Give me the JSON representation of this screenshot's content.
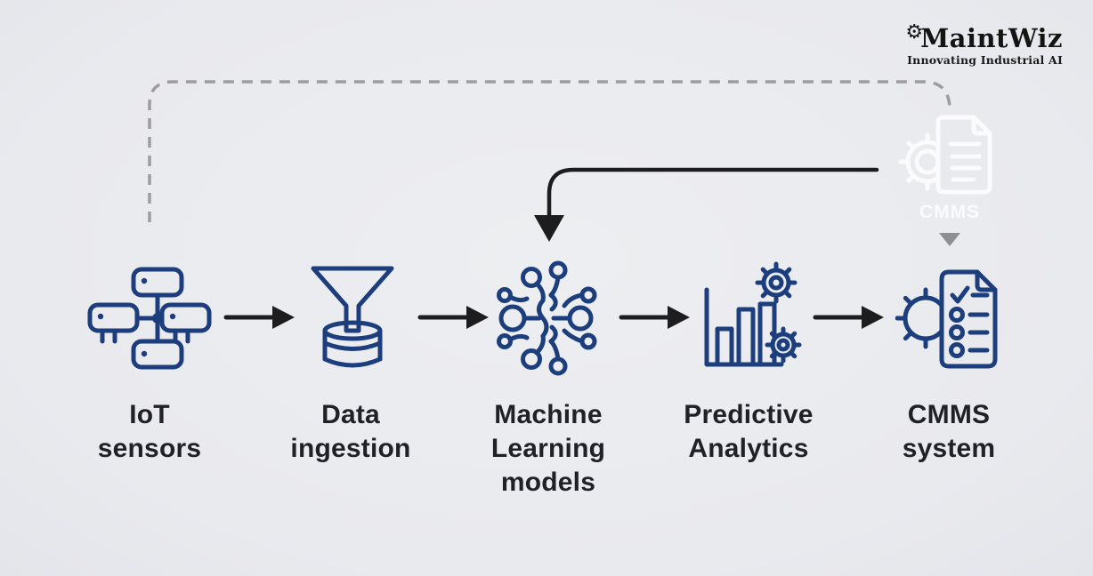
{
  "logo": {
    "name": "MaintWiz",
    "tagline": "Innovating Industrial AI",
    "gear_glyph": "⚙"
  },
  "feedback_loop": {
    "badge_label": "CMMS",
    "style": "dashed feedback line from CMMS back to IoT sensors; solid arrow from CMMS to Machine Learning models"
  },
  "stages": [
    {
      "id": "iot-sensors",
      "label": "IoT\nsensors",
      "icon": "iot-sensors-icon"
    },
    {
      "id": "data-ingestion",
      "label": "Data\ningestion",
      "icon": "funnel-database-icon"
    },
    {
      "id": "ml-models",
      "label": "Machine\nLearning\nmodels",
      "icon": "brain-circuit-icon"
    },
    {
      "id": "predictive-analytics",
      "label": "Predictive\nAnalytics",
      "icon": "bar-chart-gears-icon"
    },
    {
      "id": "cmms-system",
      "label": "CMMS\nsystem",
      "icon": "gear-checklist-icon"
    }
  ],
  "colors": {
    "background": "#e9eaee",
    "icon_navy": "#1c3e7c",
    "arrow_black": "#1d1d1f",
    "dashed_gray": "#9d9da1",
    "cmms_white": "#fbfbfd",
    "triangle_gray": "#8f8f93",
    "text_dark": "#1f2126"
  }
}
